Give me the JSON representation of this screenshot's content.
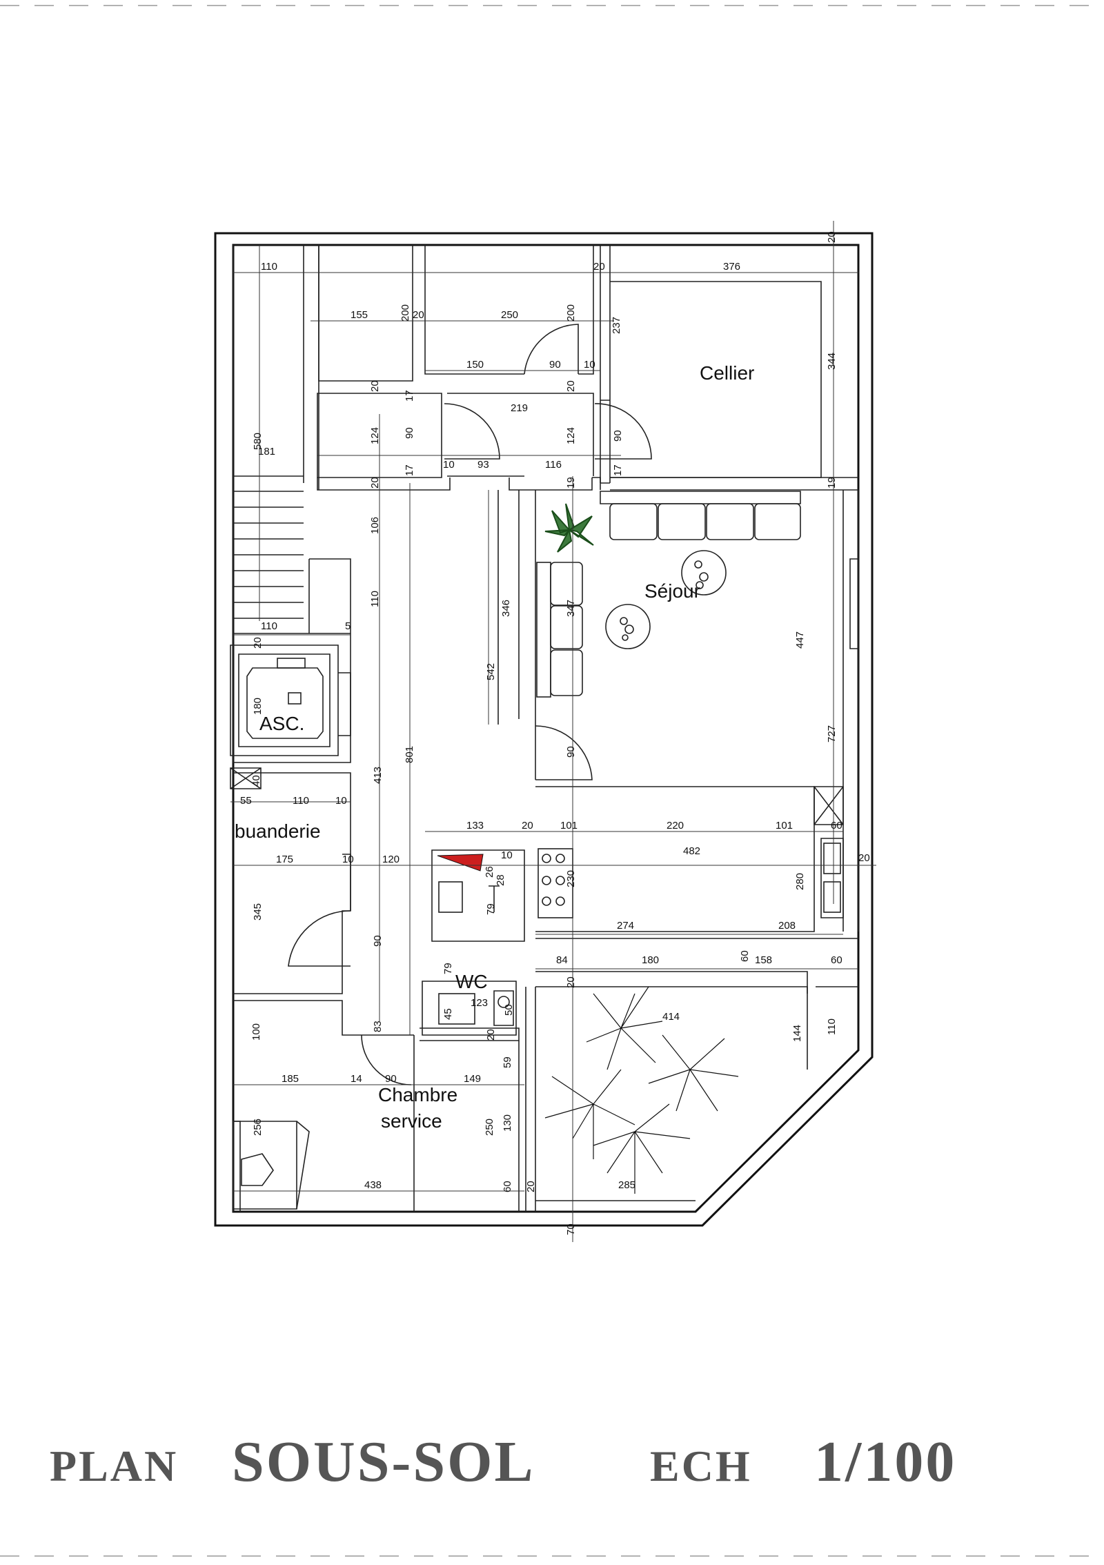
{
  "title": {
    "part1": "PLAN",
    "part2": "SOUS-SOL",
    "part3": "ECH",
    "part4": "1/100"
  },
  "rooms": {
    "cellier": "Cellier",
    "sejour": "Séjour",
    "asc": "ASC.",
    "buanderie": "buanderie",
    "wc": "WC",
    "chambre_line1": "Chambre",
    "chambre_line2": "service"
  },
  "dimensions": {
    "d110_top": "110",
    "d20_a": "20",
    "d376": "376",
    "d20_corner": "20",
    "d155": "155",
    "d200_a": "200",
    "d20_b": "20",
    "d250_top": "250",
    "d200_b": "200",
    "d237": "237",
    "d150": "150",
    "d90_a": "90",
    "d10_a": "10",
    "d344": "344",
    "d20_c": "20",
    "d17_a": "17",
    "d219": "219",
    "d20_d": "20",
    "d124_a": "124",
    "d90_b": "90",
    "d124_b": "124",
    "d90_c": "90",
    "d580": "580",
    "d181": "181",
    "d17_b": "17",
    "d10_b": "10",
    "d93": "93",
    "d116": "116",
    "d17_c": "17",
    "d20_e": "20",
    "d19_a": "19",
    "d19_b": "19",
    "d106": "106",
    "d110_v": "110",
    "d346": "346",
    "d347": "347",
    "d447": "447",
    "d542": "542",
    "d110_b": "110",
    "d5": "5",
    "d20_f": "20",
    "d180": "180",
    "d801": "801",
    "d413": "413",
    "d90_d": "90",
    "d727": "727",
    "d40": "40",
    "d55": "55",
    "d110_c": "110",
    "d10_c": "10",
    "d133": "133",
    "d20_g": "20",
    "d101_a": "101",
    "d220": "220",
    "d101_b": "101",
    "d60_a": "60",
    "d175": "175",
    "d10_d": "10",
    "d120": "120",
    "d10_e": "10",
    "d482": "482",
    "d20_h": "20",
    "d26": "26",
    "d28": "28",
    "d230": "230",
    "d280": "280",
    "d79_a": "79",
    "d345": "345",
    "d274": "274",
    "d208": "208",
    "d90_e": "90",
    "d84": "84",
    "d180_b": "180",
    "d60_b": "60",
    "d158": "158",
    "d60_c": "60",
    "d79_b": "79",
    "d20_i": "20",
    "d83": "83",
    "d45": "45",
    "d123": "123",
    "d50": "50",
    "d414": "414",
    "d110_d": "110",
    "d144": "144",
    "d100": "100",
    "d20_j": "20",
    "d59": "59",
    "d185": "185",
    "d14": "14",
    "d90_f": "90",
    "d149": "149",
    "d256": "256",
    "d250_b": "250",
    "d130": "130",
    "d438": "438",
    "d60_d": "60",
    "d20_k": "20",
    "d285": "285",
    "d70": "70"
  },
  "colors": {
    "ink": "#111111",
    "title": "#555555",
    "accent_red": "#cc1f1f",
    "dash": "#999999"
  }
}
